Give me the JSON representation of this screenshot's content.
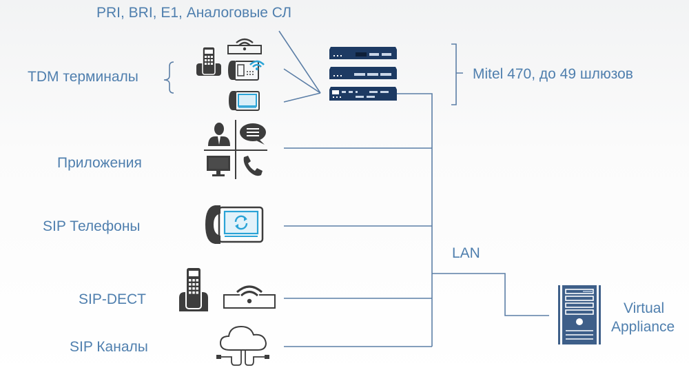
{
  "diagram": {
    "colors": {
      "text": "#4f7fae",
      "line": "#5b7ea6",
      "icon_dark": "#3d3d3d",
      "icon_blue": "#2aa3d6",
      "device_navy": "#1d3a63"
    },
    "top_label": "PRI, BRI, E1, Аналоговые СЛ",
    "gateway_label": "Mitel 470, до 49 шлюзов",
    "lan_label": "LAN",
    "server_label_line1": "Virtual",
    "server_label_line2": "Appliance",
    "endpoints": [
      {
        "label": "TDM терминалы",
        "icons": [
          "dect-handset-icon",
          "wifi-base-station-icon",
          "desk-phone-wifi-icon",
          "desk-phone-screen-icon"
        ]
      },
      {
        "label": "Приложения",
        "icons": [
          "user-icon",
          "chat-icon",
          "monitor-icon",
          "phone-icon"
        ]
      },
      {
        "label": "SIP Телефоны",
        "icons": [
          "sip-phone-icon"
        ]
      },
      {
        "label": "SIP-DECT",
        "icons": [
          "dect-handset-icon",
          "wifi-base-station-icon"
        ]
      },
      {
        "label": "SIP Каналы",
        "icons": [
          "cloud-icon"
        ]
      }
    ]
  }
}
